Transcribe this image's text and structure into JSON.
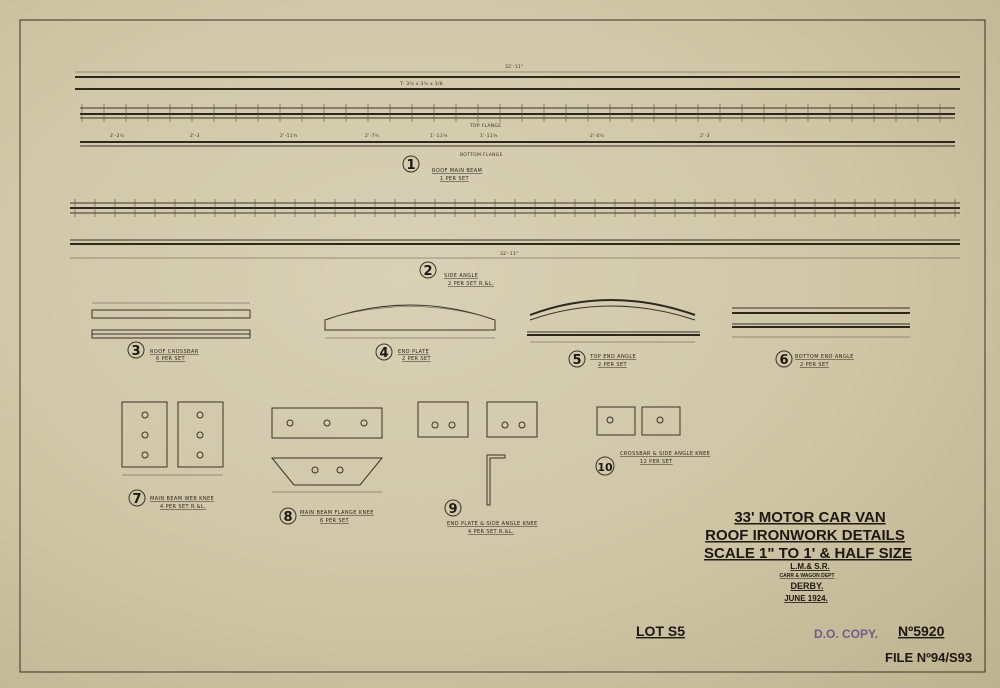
{
  "drawing": {
    "parts": [
      {
        "number": "1",
        "name": "ROOF MAIN BEAM",
        "qty": "1 PER SET"
      },
      {
        "number": "2",
        "name": "SIDE ANGLE",
        "qty": "2 PER SET R.&L."
      },
      {
        "number": "3",
        "name": "ROOF CROSSBAR",
        "qty": "6 PER SET"
      },
      {
        "number": "4",
        "name": "END PLATE",
        "qty": "2 PER SET"
      },
      {
        "number": "5",
        "name": "TOP END ANGLE",
        "qty": "2 PER SET"
      },
      {
        "number": "6",
        "name": "BOTTOM END ANGLE",
        "qty": "2 PER SET"
      },
      {
        "number": "7",
        "name": "MAIN BEAM WEB KNEE",
        "qty": "4 PER SET R.&L."
      },
      {
        "number": "8",
        "name": "MAIN BEAM FLANGE KNEE",
        "qty": "6 PER SET"
      },
      {
        "number": "9",
        "name": "END PLATE & SIDE ANGLE KNEE",
        "qty": "4 PER SET R.&L."
      },
      {
        "number": "10",
        "name": "CROSSBAR & SIDE ANGLE KNEE",
        "qty": "12 PER SET"
      }
    ],
    "beam_labels": {
      "overall": "32'-11\"",
      "top_flange": "TOP FLANGE",
      "bottom_flange": "BOTTOM FLANGE",
      "section": "T- 3½ x 3½ x 3/8",
      "side_overall": "32'-11\"",
      "dims": [
        "2'-2½",
        "2'-3",
        "2'-11¾",
        "2'-7¾",
        "1'-11⅛",
        "1'-11⅛",
        "2'-0½",
        "2'-3"
      ]
    },
    "title_block": {
      "line1": "33' MOTOR CAR VAN",
      "line2": "ROOF IRONWORK DETAILS",
      "line3": "SCALE 1\" TO 1' & HALF SIZE",
      "company": "L.M.& S.R.",
      "dept": "CARR & WAGON DEPT",
      "place": "DERBY.",
      "date": "JUNE 1924."
    },
    "lot": "LOT S5",
    "stamp": "D.O. COPY.",
    "drawing_number": "Nº5920",
    "file_number": "FILE Nº94/S93"
  }
}
